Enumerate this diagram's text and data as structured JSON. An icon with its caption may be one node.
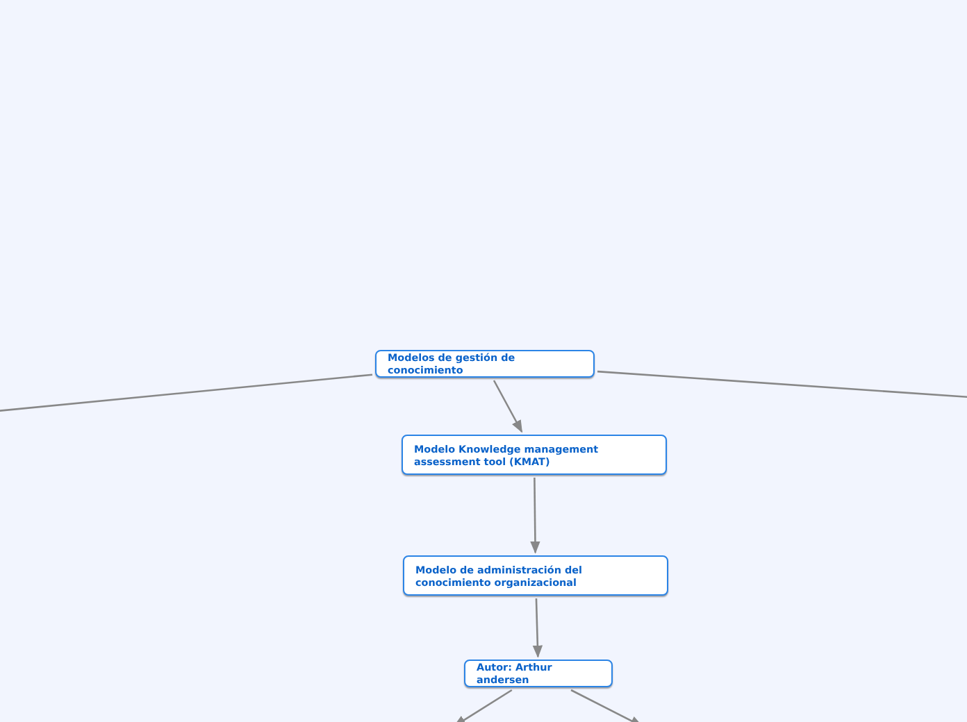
{
  "diagram": {
    "nodes": [
      {
        "text": [
          "Modelos de gestión de conocimiento"
        ]
      },
      {
        "text": [
          "Modelo Knowledge management assessment tool (KMAT)"
        ]
      },
      {
        "text": [
          "Modelo de administración del conocimiento organizacional"
        ]
      },
      {
        "text": [
          "Autor: Arthur andersen"
        ]
      }
    ],
    "edges": [
      {
        "from": 0,
        "to": null,
        "arrow": "none"
      },
      {
        "from": 0,
        "to": null,
        "arrow": "none"
      },
      {
        "from": 0,
        "to": 1,
        "arrow": "to"
      },
      {
        "from": 1,
        "to": 2,
        "arrow": "to"
      },
      {
        "from": 2,
        "to": 3,
        "arrow": "to"
      },
      {
        "from": 3,
        "to": null,
        "arrow": "to"
      },
      {
        "from": 3,
        "to": null,
        "arrow": "to"
      }
    ]
  }
}
